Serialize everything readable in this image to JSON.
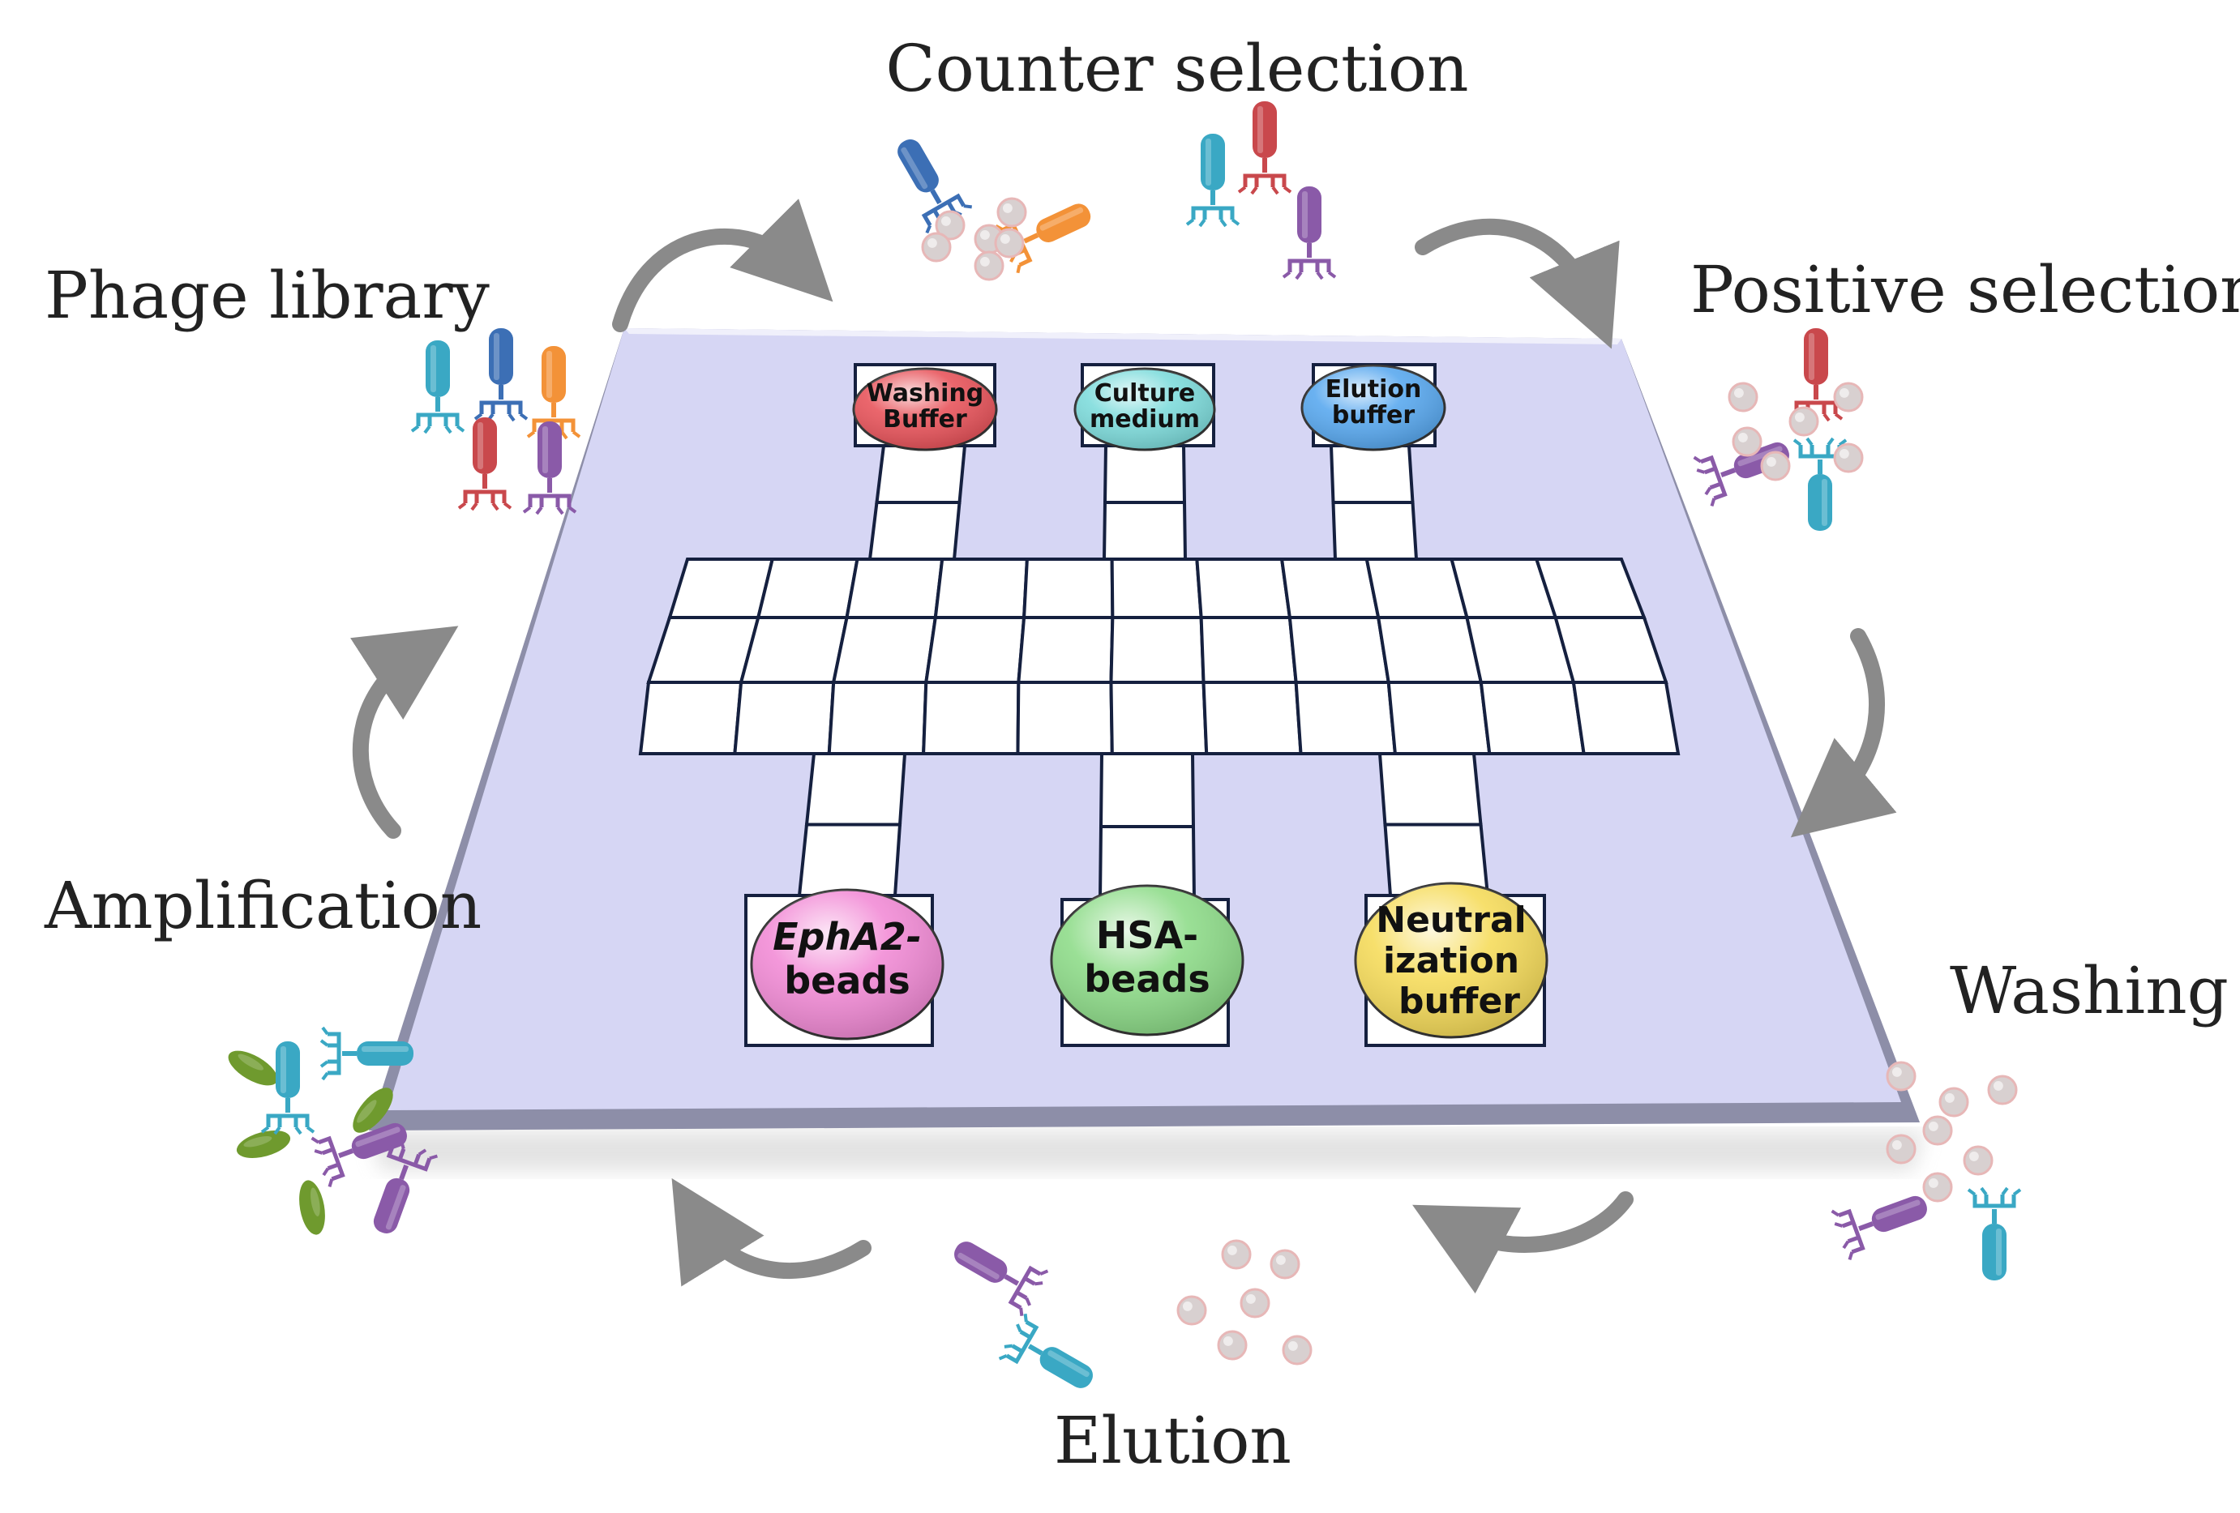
{
  "stages": {
    "counter_selection": "Counter selection",
    "phage_library": "Phage library",
    "positive_selection": "Positive selection",
    "amplification": "Amplification",
    "washing": "Washing",
    "elution": "Elution"
  },
  "reservoirs": {
    "washing_buffer": {
      "line1": "Washing",
      "line2": "Buffer",
      "color": "#e8555c"
    },
    "culture_medium": {
      "line1": "Culture",
      "line2": "medium",
      "color": "#7fdcdc"
    },
    "elution_buffer": {
      "line1": "Elution",
      "line2": "buffer",
      "color": "#5aa9ef"
    },
    "epha2_beads": {
      "line1": "EphA2-",
      "line2": "beads",
      "color": "#f28cd6"
    },
    "hsa_beads": {
      "line1": "HSA-",
      "line2": "beads",
      "color": "#8fdc8a"
    },
    "neutralization_buffer": {
      "line1": "Neutral",
      "line2": "ization",
      "line3": "buffer",
      "color": "#f6dc5c"
    }
  },
  "colors": {
    "platform": "#d6d6f4",
    "platform_edge": "#8d8ea8",
    "arrow": "#8a8a8a",
    "bead": "#d8d0d0",
    "phage_teal": "#3aa8c4",
    "phage_blue": "#3c6fb5",
    "phage_orange": "#f39238",
    "phage_red": "#c9484c",
    "phage_purple": "#8a5aa8",
    "bacteria": "#6f9a2e"
  }
}
